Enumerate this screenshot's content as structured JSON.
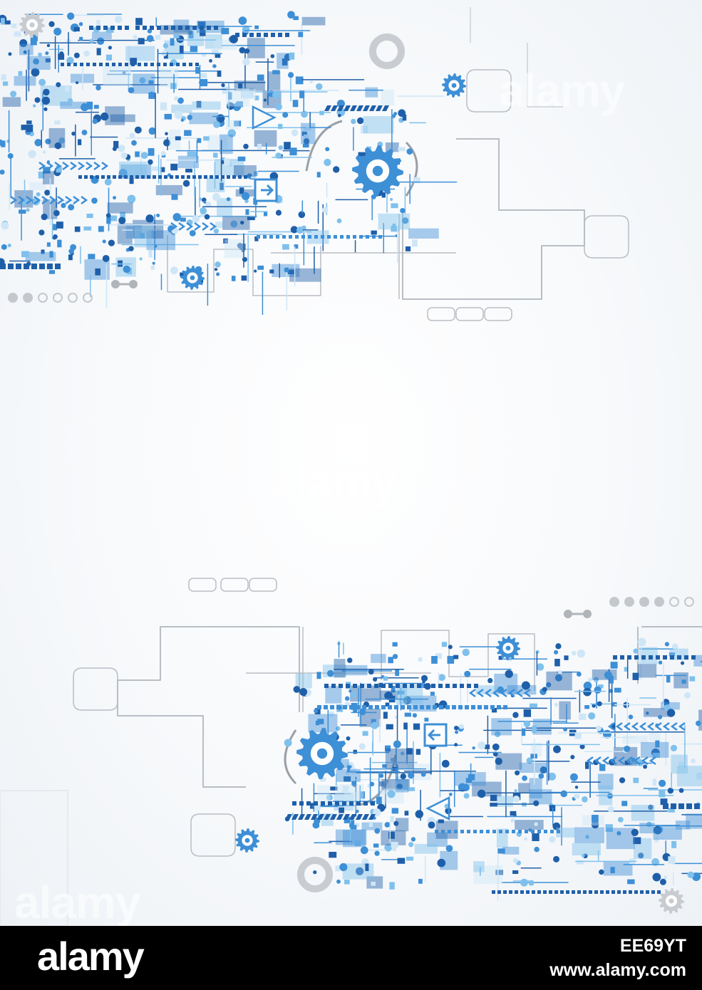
{
  "watermark": {
    "text": "alamy"
  },
  "footer": {
    "brand": "alamy",
    "image_id": "EE69YT",
    "url": "www.alamy.com"
  },
  "colors": {
    "blue_dark": "#1f5fa9",
    "blue_mid": "#3d8fd6",
    "blue_light": "#7fc0ec",
    "blue_pale": "#cfe6f7",
    "grey_line": "#b9bec4",
    "grey_dark": "#9aa0a6",
    "footer_bg": "#000000",
    "footer_text": "#ffffff"
  },
  "icons": [
    "gear-icon",
    "arrow-right-box-icon",
    "arrow-left-box-icon",
    "circular-arrow-icon",
    "donut-icon",
    "chevron-arrow-icon"
  ]
}
